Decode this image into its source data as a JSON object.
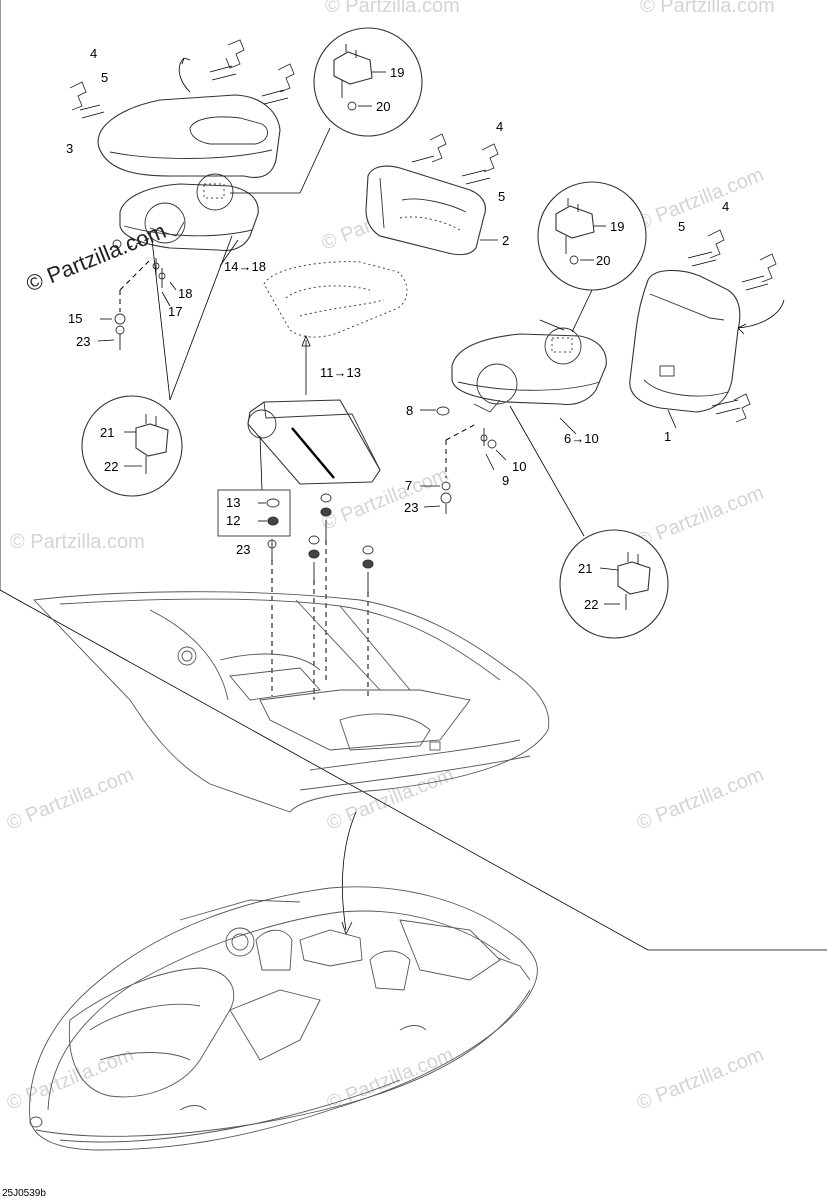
{
  "watermark": {
    "main": "© Partzilla.com",
    "faint": "© Partzilla.com"
  },
  "diagram_code": "25J0539b",
  "callouts": {
    "c1": "1",
    "c2": "2",
    "c3": "3",
    "c4a": "4",
    "c4b": "4",
    "c4c": "4",
    "c5a": "5",
    "c5b": "5",
    "c5c": "5",
    "c6": "6→10",
    "c7": "7",
    "c8": "8",
    "c9": "9",
    "c10": "10",
    "c11": "11→13",
    "c12": "12",
    "c13": "13",
    "c14": "14→18",
    "c15": "15",
    "c17": "17",
    "c18": "18",
    "c19a": "19",
    "c19b": "19",
    "c20a": "20",
    "c20b": "20",
    "c21a": "21",
    "c21b": "21",
    "c22a": "22",
    "c22b": "22",
    "c23a": "23",
    "c23b": "23",
    "c23c": "23"
  }
}
